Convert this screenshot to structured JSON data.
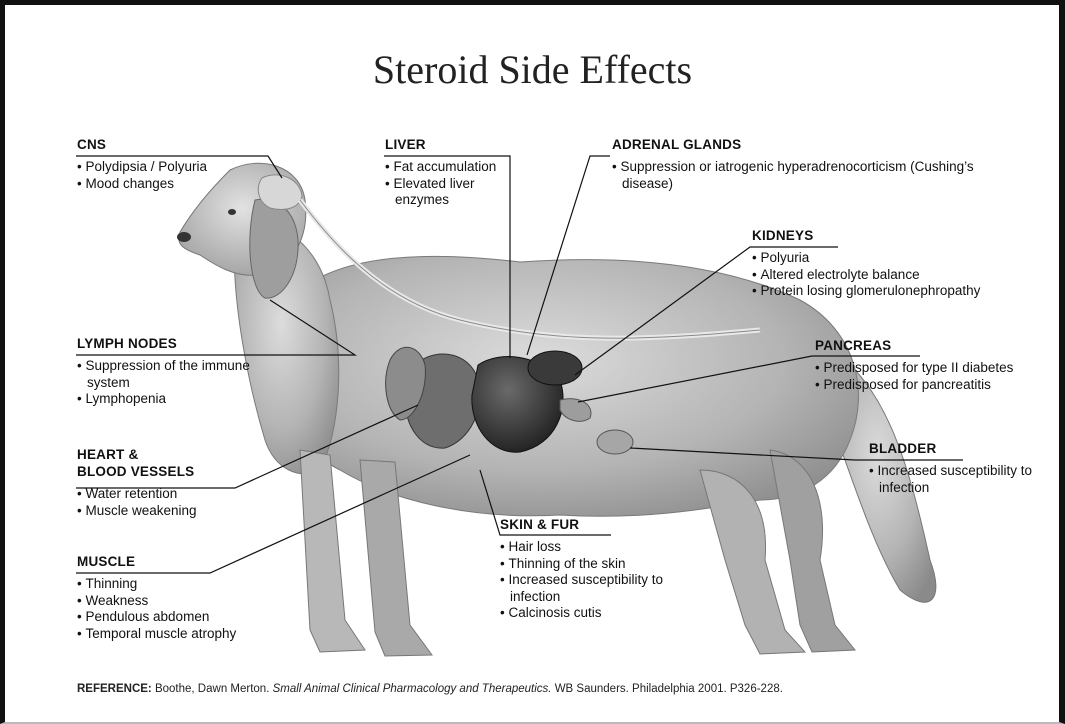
{
  "title": "Steroid Side Effects",
  "groups": {
    "cns": {
      "heading": "CNS",
      "items": [
        "Polydipsia / Polyuria",
        "Mood changes"
      ]
    },
    "liver": {
      "heading": "LIVER",
      "items": [
        "Fat accumulation",
        "Elevated liver enzymes"
      ]
    },
    "adrenal": {
      "heading": "ADRENAL GLANDS",
      "items": [
        "Suppression or iatrogenic hyperadrenocorticism (Cushing’s disease)"
      ]
    },
    "kidneys": {
      "heading": "KIDNEYS",
      "items": [
        "Polyuria",
        "Altered electrolyte balance",
        "Protein losing glomerulonephropathy"
      ]
    },
    "lymph": {
      "heading": "LYMPH NODES",
      "items": [
        "Suppression of the immune system",
        "Lymphopenia"
      ]
    },
    "pancreas": {
      "heading": "PANCREAS",
      "items": [
        "Predisposed for type II diabetes",
        "Predisposed for pancreatitis"
      ]
    },
    "heart": {
      "heading_line1": "HEART &",
      "heading_line2": "BLOOD VESSELS",
      "items": [
        "Water retention",
        "Muscle weakening"
      ]
    },
    "bladder": {
      "heading": "BLADDER",
      "items": [
        "Increased susceptibility to infection"
      ]
    },
    "skin": {
      "heading": "SKIN & FUR",
      "items": [
        "Hair loss",
        "Thinning of the skin",
        "Increased susceptibility to infection",
        "Calcinosis cutis"
      ]
    },
    "muscle": {
      "heading": "MUSCLE",
      "items": [
        "Thinning",
        "Weakness",
        "Pendulous abdomen",
        "Temporal muscle atrophy"
      ]
    }
  },
  "reference": {
    "label": "REFERENCE:",
    "authors": "Boothe, Dawn Merton.",
    "book": "Small Animal Clinical Pharmacology and Therapeutics.",
    "rest": "WB Saunders. Philadelphia 2001. P326-228."
  },
  "colors": {
    "dog_light": "#cfcfcf",
    "dog_mid": "#9a9a9a",
    "dog_dark": "#555555",
    "organ_dark": "#2e2e2e",
    "line": "#111111"
  }
}
